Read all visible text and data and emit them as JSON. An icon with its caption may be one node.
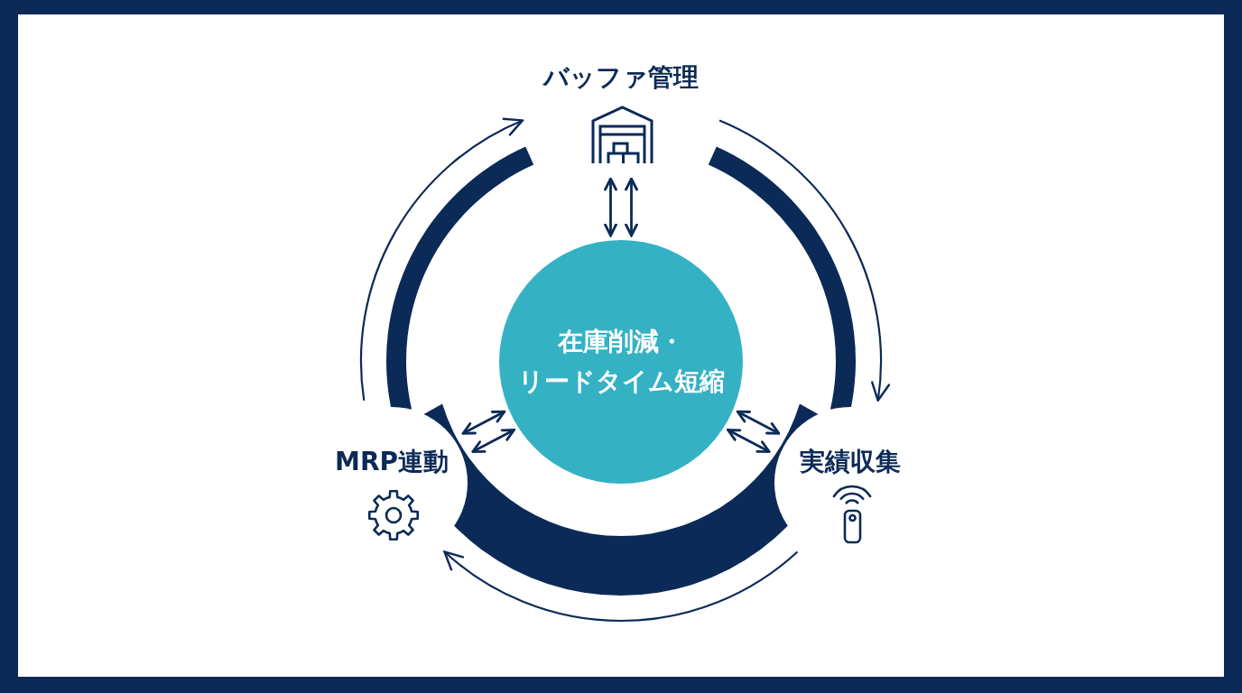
{
  "diagram": {
    "nodes": [
      {
        "text": [
          "バッファ管理"
        ]
      },
      {
        "text": [
          "在庫削減・リードタイム短縮"
        ]
      },
      {
        "text": [
          "MRP連動"
        ]
      },
      {
        "text": [
          "実績収集"
        ]
      }
    ],
    "edges": [
      {
        "from": 2,
        "to": 0,
        "arrow": "to"
      },
      {
        "from": 0,
        "to": 3,
        "arrow": "to"
      },
      {
        "from": 3,
        "to": 2,
        "arrow": "to"
      },
      {
        "from": 0,
        "to": 1,
        "arrow": "both"
      },
      {
        "from": 0,
        "to": 1,
        "arrow": "both"
      },
      {
        "from": 2,
        "to": 1,
        "arrow": "both"
      },
      {
        "from": 2,
        "to": 1,
        "arrow": "both"
      },
      {
        "from": 3,
        "to": 1,
        "arrow": "both"
      },
      {
        "from": 3,
        "to": 1,
        "arrow": "both"
      }
    ]
  }
}
